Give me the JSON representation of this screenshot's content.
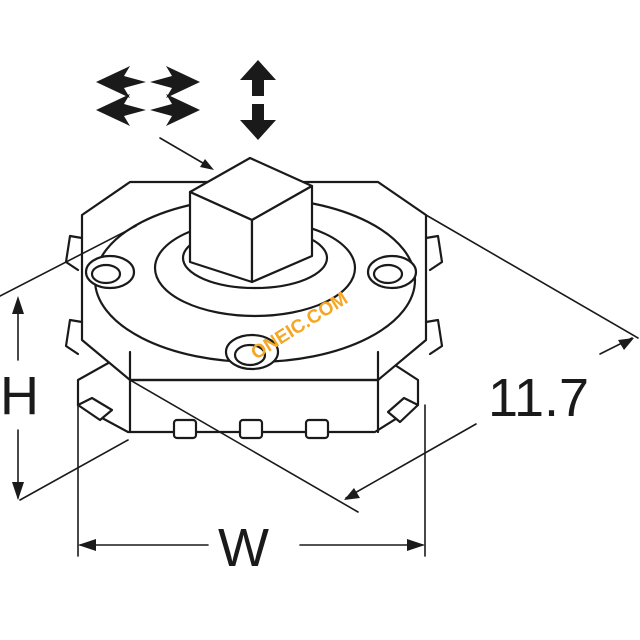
{
  "dimensions": {
    "height_label": "H",
    "width_label": "W",
    "diagonal_label": "11.7"
  },
  "watermark": {
    "text": "ONEIC.COM",
    "color": "#f5a623"
  },
  "colors": {
    "line": "#1a1a1a",
    "background": "#ffffff"
  },
  "icons": {
    "direction_4way": "four-way-diagonal-arrows-icon",
    "push_updown": "up-down-arrow-icon"
  }
}
